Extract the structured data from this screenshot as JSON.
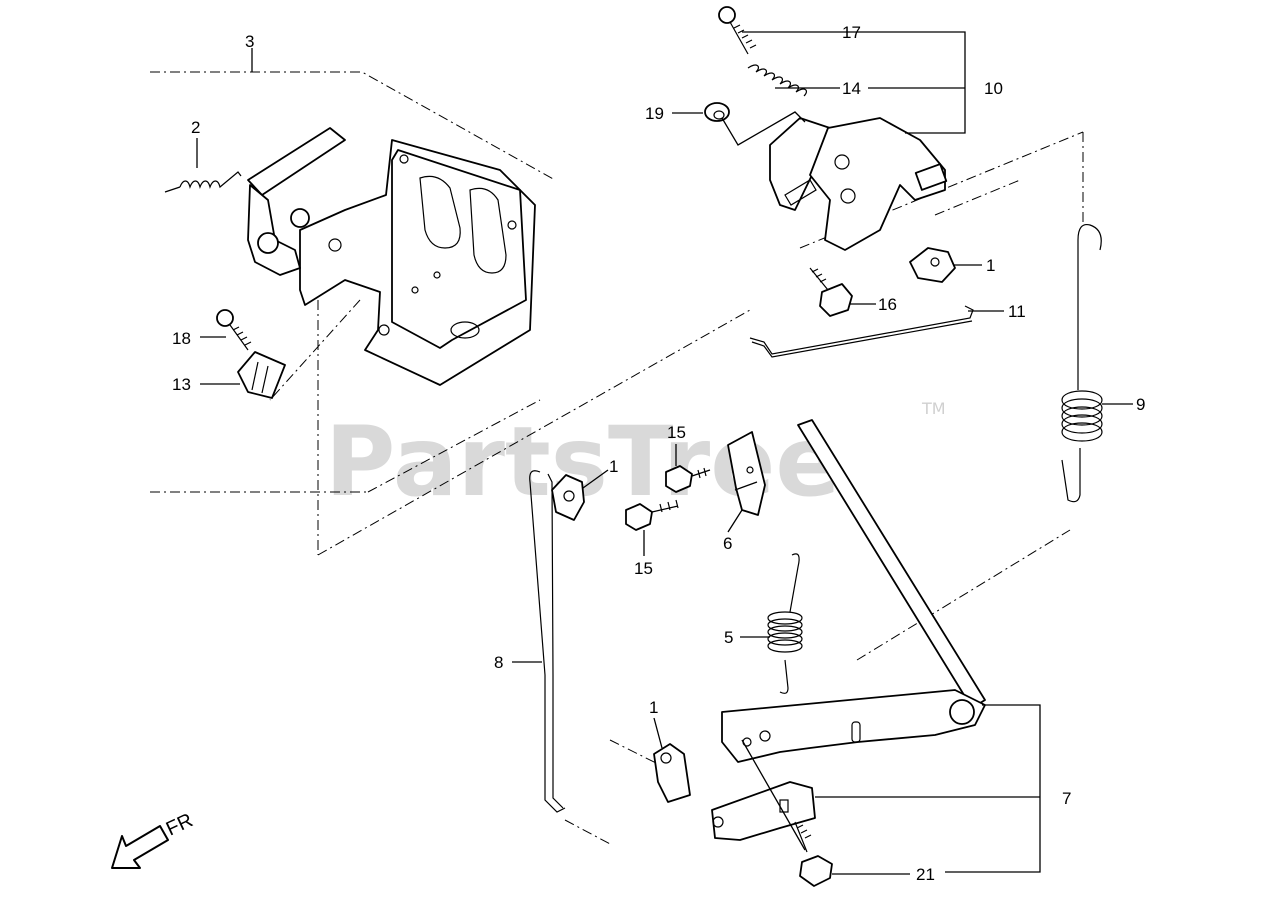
{
  "watermark": {
    "text": "PartsTree",
    "trademark": "TM"
  },
  "direction_indicator": {
    "label": "FR"
  },
  "callouts": {
    "c1a": "1",
    "c1b": "1",
    "c1c": "1",
    "c2": "2",
    "c3": "3",
    "c5": "5",
    "c6": "6",
    "c7": "7",
    "c8": "8",
    "c9": "9",
    "c10": "10",
    "c11": "11",
    "c13": "13",
    "c14": "14",
    "c15a": "15",
    "c15b": "15",
    "c16": "16",
    "c17": "17",
    "c18": "18",
    "c19": "19",
    "c21": "21"
  }
}
